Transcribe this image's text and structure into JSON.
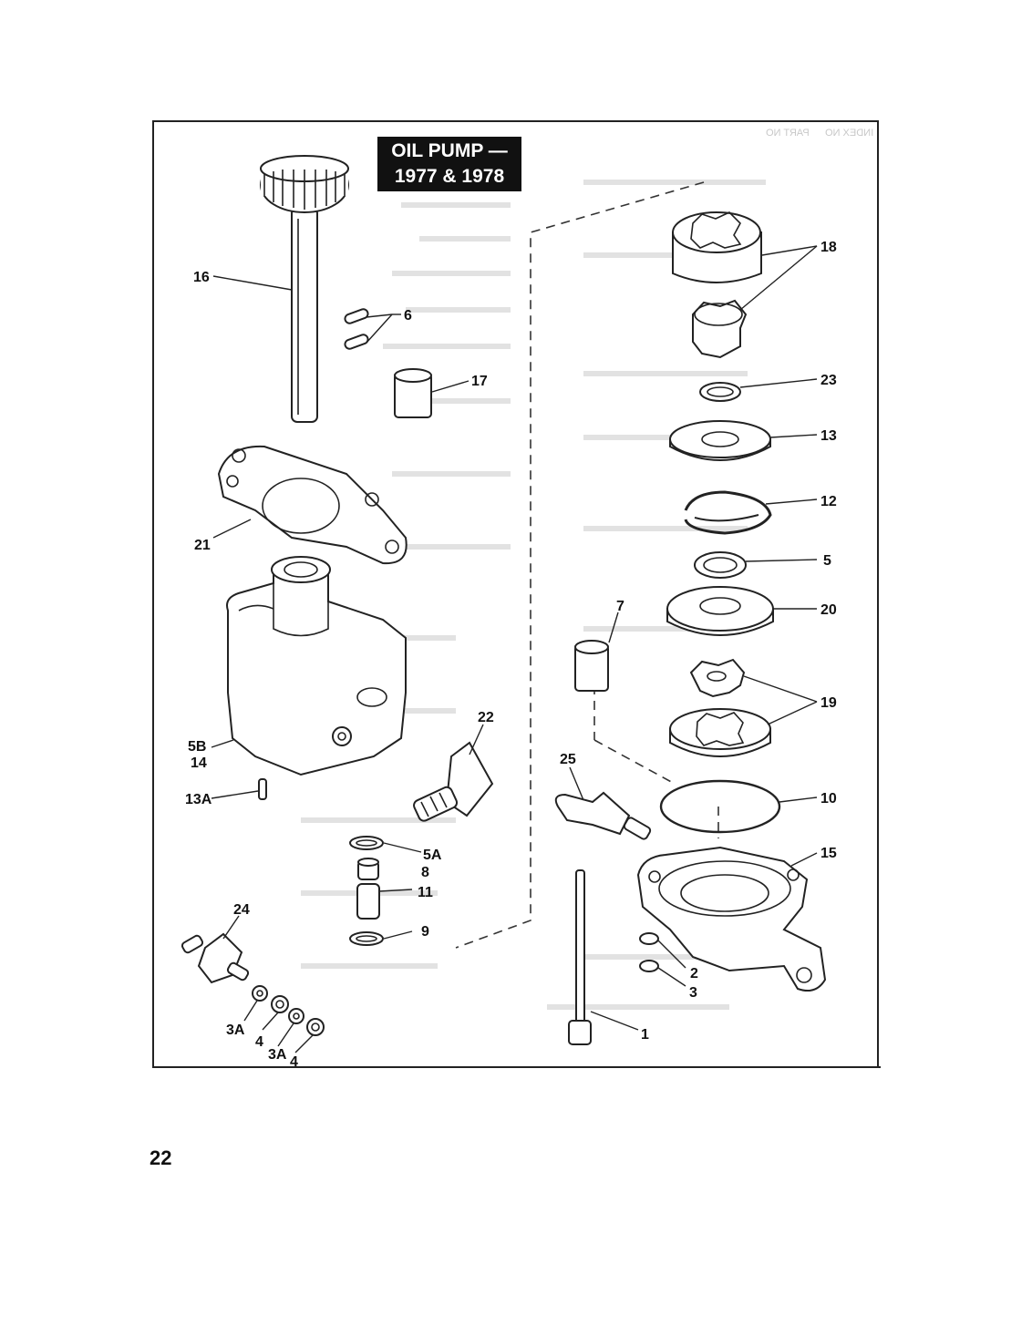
{
  "title": {
    "line1": "OIL PUMP —",
    "line2": "1977 & 1978"
  },
  "page_number": "22",
  "table_header": {
    "part_no": "PART NO",
    "index_no": "INDEX NO"
  },
  "callouts": {
    "c1": "1",
    "c2": "2",
    "c3": "3",
    "c3a_a": "3A",
    "c3a_b": "3A",
    "c4_a": "4",
    "c4_b": "4",
    "c5": "5",
    "c5a": "5A",
    "c5b": "5B",
    "c6": "6",
    "c7": "7",
    "c8": "8",
    "c9": "9",
    "c10": "10",
    "c11": "11",
    "c12": "12",
    "c13": "13",
    "c13a": "13A",
    "c14": "14",
    "c15": "15",
    "c16": "16",
    "c17": "17",
    "c18": "18",
    "c19": "19",
    "c20": "20",
    "c21": "21",
    "c22": "22",
    "c23": "23",
    "c24": "24",
    "c25": "25"
  }
}
